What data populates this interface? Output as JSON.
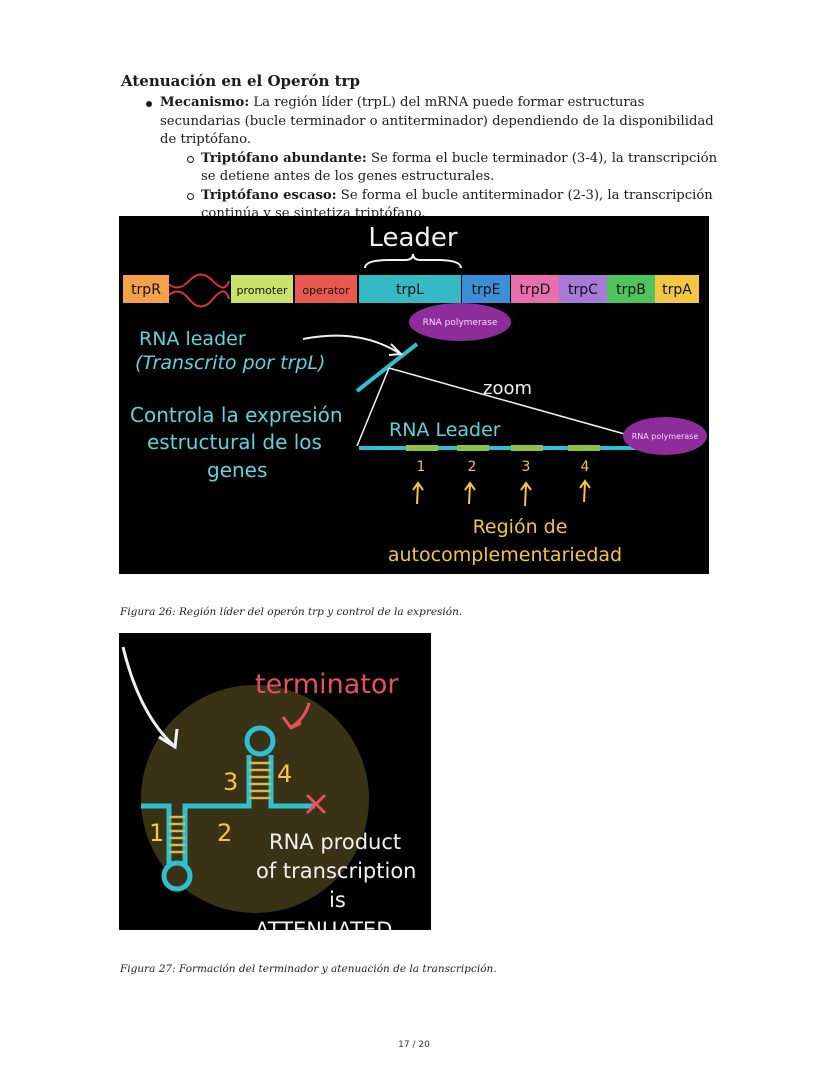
{
  "heading": "Atenuación en el Operón trp",
  "bullet": {
    "label": "Mecanismo:",
    "text": " La región líder (trpL) del mRNA puede formar estructuras secundarias (bucle terminador o antiterminador) dependiendo de la disponibilidad de triptófano."
  },
  "subbullets": [
    {
      "label": "Triptófano abundante:",
      "text": " Se forma el bucle terminador (3-4), la transcripción se detiene antes de los genes estructurales."
    },
    {
      "label": "Triptófano escaso:",
      "text": " Se forma el bucle antiterminador (2-3), la transcripción continúa y se sintetiza triptófano."
    }
  ],
  "figure1": {
    "title": "Leader",
    "genes": [
      "trpR",
      "promoter",
      "operator",
      "trpL",
      "trpE",
      "trpD",
      "trpC",
      "trpB",
      "trpA"
    ],
    "gene_colors": [
      "#f4a14a",
      "#c9e36a",
      "#e85a4f",
      "#35b9c5",
      "#3a8fd6",
      "#e86fae",
      "#a77ad8",
      "#4fc45a",
      "#f2c741"
    ],
    "polymerase": "RNA polymerase",
    "rna_leader_line1": "RNA leader",
    "rna_leader_line2": "(Transcrito por trpL)",
    "zoom": "zoom",
    "control_line1": "Controla la expresión",
    "control_line2": "estructural de los",
    "control_line3": "genes",
    "rna_leader_zoom": "RNA Leader",
    "regions": [
      "1",
      "2",
      "3",
      "4"
    ],
    "region_line1": "Región de",
    "region_line2": "autocomplementariedad"
  },
  "caption1": "Figura 26: Región líder del operón trp y control de la expresión.",
  "figure2": {
    "terminator": "terminator",
    "num1": "1",
    "num2": "2",
    "num3": "3",
    "num4": "4",
    "product_line1": "RNA product",
    "product_line2": "of transcription",
    "product_line3": "is",
    "product_line4": "ATTENUATED"
  },
  "caption2": "Figura 27: Formación del terminador y atenuación de la transcripción.",
  "page_number": "17 / 20"
}
